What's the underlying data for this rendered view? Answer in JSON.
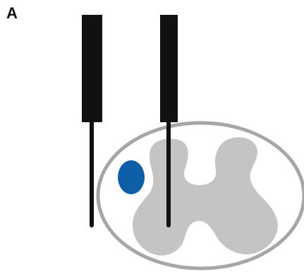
{
  "figure": {
    "panel_label": "A"
  },
  "colors": {
    "electrode": "#111111",
    "outline": "#a6a6a6",
    "gray_matter": "#c4c4c4",
    "lesion": "#0f5fa8",
    "background": "#ffffff"
  },
  "elements": {
    "electrodes": 2,
    "lesions": 1
  }
}
